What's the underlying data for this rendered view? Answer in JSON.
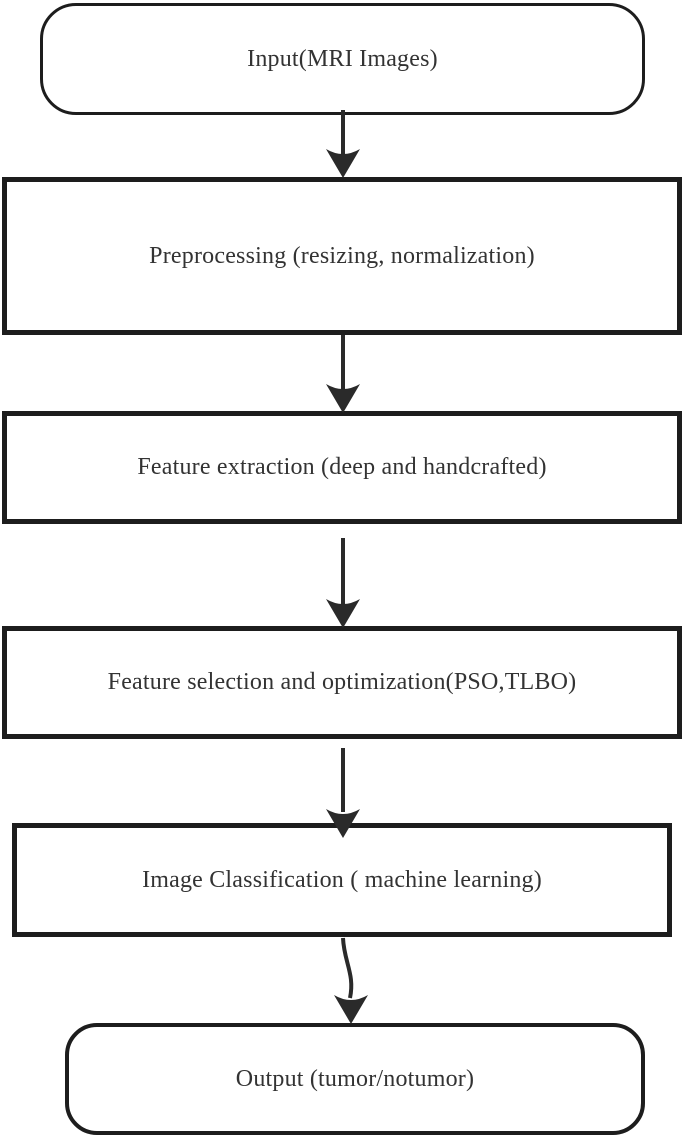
{
  "page": {
    "background": "#ffffff"
  },
  "diagram": {
    "type": "flowchart",
    "direction": "top-down",
    "colors": {
      "node_border": "#1d1d1d",
      "node_fill": "#ffffff",
      "arrow": "#2a2a2a",
      "text": "#333333",
      "page_bg": "#ffffff"
    },
    "nodes": [
      {
        "id": "input",
        "shape": "terminator",
        "label": "Input(MRI Images)"
      },
      {
        "id": "preprocessing",
        "shape": "process",
        "label": "Preprocessing (resizing, normalization)"
      },
      {
        "id": "feature_extraction",
        "shape": "process",
        "label": "Feature extraction (deep and handcrafted)"
      },
      {
        "id": "feature_selection",
        "shape": "process",
        "label": "Feature selection and optimization(PSO,TLBO)"
      },
      {
        "id": "classification",
        "shape": "process",
        "label": "Image Classification ( machine learning)"
      },
      {
        "id": "output",
        "shape": "terminator",
        "label": "Output (tumor/notumor)"
      }
    ],
    "edges": [
      {
        "from": "input",
        "to": "preprocessing",
        "style": "straight"
      },
      {
        "from": "preprocessing",
        "to": "feature_extraction",
        "style": "straight"
      },
      {
        "from": "feature_extraction",
        "to": "feature_selection",
        "style": "straight"
      },
      {
        "from": "feature_selection",
        "to": "classification",
        "style": "straight"
      },
      {
        "from": "classification",
        "to": "output",
        "style": "curved"
      }
    ]
  }
}
